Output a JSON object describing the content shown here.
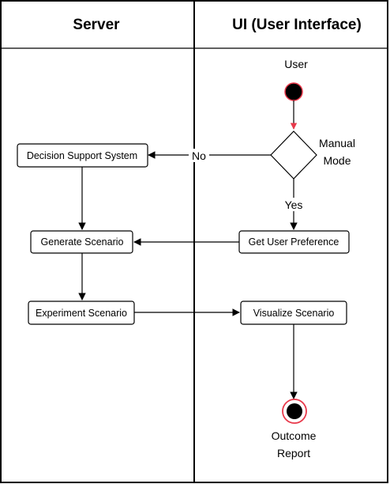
{
  "lanes": {
    "server": "Server",
    "ui": "UI (User Interface)"
  },
  "nodes": {
    "user_label": "User",
    "decision_line1": "Manual",
    "decision_line2": "Mode",
    "decision_support": "Decision Support System",
    "get_user_preference": "Get User Preference",
    "generate_scenario": "Generate Scenario",
    "experiment_scenario": "Experiment Scenario",
    "visualize_scenario": "Visualize Scenario",
    "outcome_line1": "Outcome",
    "outcome_line2": "Report"
  },
  "edges": {
    "no_label": "No",
    "yes_label": "Yes"
  },
  "colors": {
    "accent": "#e8394b",
    "line": "#000000",
    "background": "#ffffff"
  }
}
